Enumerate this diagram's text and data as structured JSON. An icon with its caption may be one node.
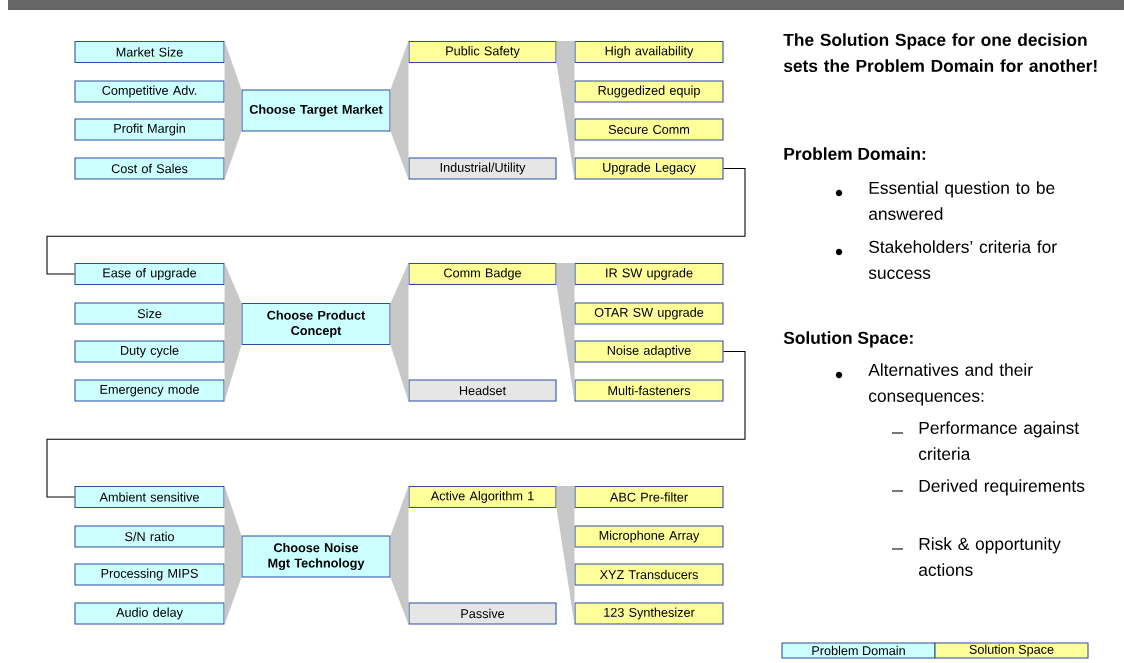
{
  "diagram": {
    "title": "The Solution Space for one decision sets the Problem Domain for another!",
    "nodes": [
      {
        "text": [
          "Market Size"
        ]
      },
      {
        "text": [
          "Competitive Adv."
        ]
      },
      {
        "text": [
          "Profit Margin"
        ]
      },
      {
        "text": [
          "Cost of Sales"
        ]
      },
      {
        "text": [
          "Choose Target Market"
        ]
      },
      {
        "text": [
          "Public Safety"
        ]
      },
      {
        "text": [
          "Industrial/Utility"
        ]
      },
      {
        "text": [
          "High availability"
        ]
      },
      {
        "text": [
          "Ruggedized equip"
        ]
      },
      {
        "text": [
          "Secure Comm"
        ]
      },
      {
        "text": [
          "Upgrade Legacy"
        ]
      },
      {
        "text": [
          "Ease of upgrade"
        ]
      },
      {
        "text": [
          "Size"
        ]
      },
      {
        "text": [
          "Duty cycle"
        ]
      },
      {
        "text": [
          "Emergency mode"
        ]
      },
      {
        "text": [
          "Choose Product Concept"
        ]
      },
      {
        "text": [
          "Comm Badge"
        ]
      },
      {
        "text": [
          "Headset"
        ]
      },
      {
        "text": [
          "IR SW upgrade"
        ]
      },
      {
        "text": [
          "OTAR SW upgrade"
        ]
      },
      {
        "text": [
          "Noise adaptive"
        ]
      },
      {
        "text": [
          "Multi-fasteners"
        ]
      },
      {
        "text": [
          "Ambient sensitive"
        ]
      },
      {
        "text": [
          "S/N ratio"
        ]
      },
      {
        "text": [
          "Processing MIPS"
        ]
      },
      {
        "text": [
          "Audio delay"
        ]
      },
      {
        "text": [
          "Choose Noise Mgt Technology"
        ]
      },
      {
        "text": [
          "Active Algorithm 1"
        ]
      },
      {
        "text": [
          "Passive"
        ]
      },
      {
        "text": [
          "ABC Pre-filter"
        ]
      },
      {
        "text": [
          "Microphone Array"
        ]
      },
      {
        "text": [
          "XYZ Transducers"
        ]
      },
      {
        "text": [
          "123 Synthesizer"
        ]
      }
    ],
    "edges": [
      {
        "from": 0,
        "to": 4,
        "arrow": "none"
      },
      {
        "from": 1,
        "to": 4,
        "arrow": "none"
      },
      {
        "from": 2,
        "to": 4,
        "arrow": "none"
      },
      {
        "from": 3,
        "to": 4,
        "arrow": "none"
      },
      {
        "from": 4,
        "to": 5,
        "arrow": "none"
      },
      {
        "from": 4,
        "to": 6,
        "arrow": "none"
      },
      {
        "from": 5,
        "to": 7,
        "arrow": "none"
      },
      {
        "from": 5,
        "to": 8,
        "arrow": "none"
      },
      {
        "from": 5,
        "to": 9,
        "arrow": "none"
      },
      {
        "from": 5,
        "to": 10,
        "arrow": "none"
      },
      {
        "from": 10,
        "to": 11,
        "arrow": "none"
      },
      {
        "from": 11,
        "to": 15,
        "arrow": "none"
      },
      {
        "from": 12,
        "to": 15,
        "arrow": "none"
      },
      {
        "from": 13,
        "to": 15,
        "arrow": "none"
      },
      {
        "from": 14,
        "to": 15,
        "arrow": "none"
      },
      {
        "from": 15,
        "to": 16,
        "arrow": "none"
      },
      {
        "from": 15,
        "to": 17,
        "arrow": "none"
      },
      {
        "from": 16,
        "to": 18,
        "arrow": "none"
      },
      {
        "from": 16,
        "to": 19,
        "arrow": "none"
      },
      {
        "from": 16,
        "to": 20,
        "arrow": "none"
      },
      {
        "from": 16,
        "to": 21,
        "arrow": "none"
      },
      {
        "from": 20,
        "to": 22,
        "arrow": "none"
      },
      {
        "from": 22,
        "to": 26,
        "arrow": "none"
      },
      {
        "from": 23,
        "to": 26,
        "arrow": "none"
      },
      {
        "from": 24,
        "to": 26,
        "arrow": "none"
      },
      {
        "from": 25,
        "to": 26,
        "arrow": "none"
      },
      {
        "from": 26,
        "to": 27,
        "arrow": "none"
      },
      {
        "from": 26,
        "to": 28,
        "arrow": "none"
      },
      {
        "from": 27,
        "to": 29,
        "arrow": "none"
      },
      {
        "from": 27,
        "to": 30,
        "arrow": "none"
      },
      {
        "from": 27,
        "to": 31,
        "arrow": "none"
      },
      {
        "from": 27,
        "to": 32,
        "arrow": "none"
      }
    ],
    "labels": [
      "Problem Domain:",
      "Essential question to be answered",
      "Stakeholders’ criteria for success",
      "Solution Space:",
      "Alternatives and their consequences:",
      "Performance against criteria",
      "Derived requirements",
      "Risk & opportunity actions"
    ],
    "legend": [
      {
        "text": "Problem Domain",
        "color": "#ccffff"
      },
      {
        "text": "Solution Space",
        "color": "#ffff99"
      }
    ]
  }
}
